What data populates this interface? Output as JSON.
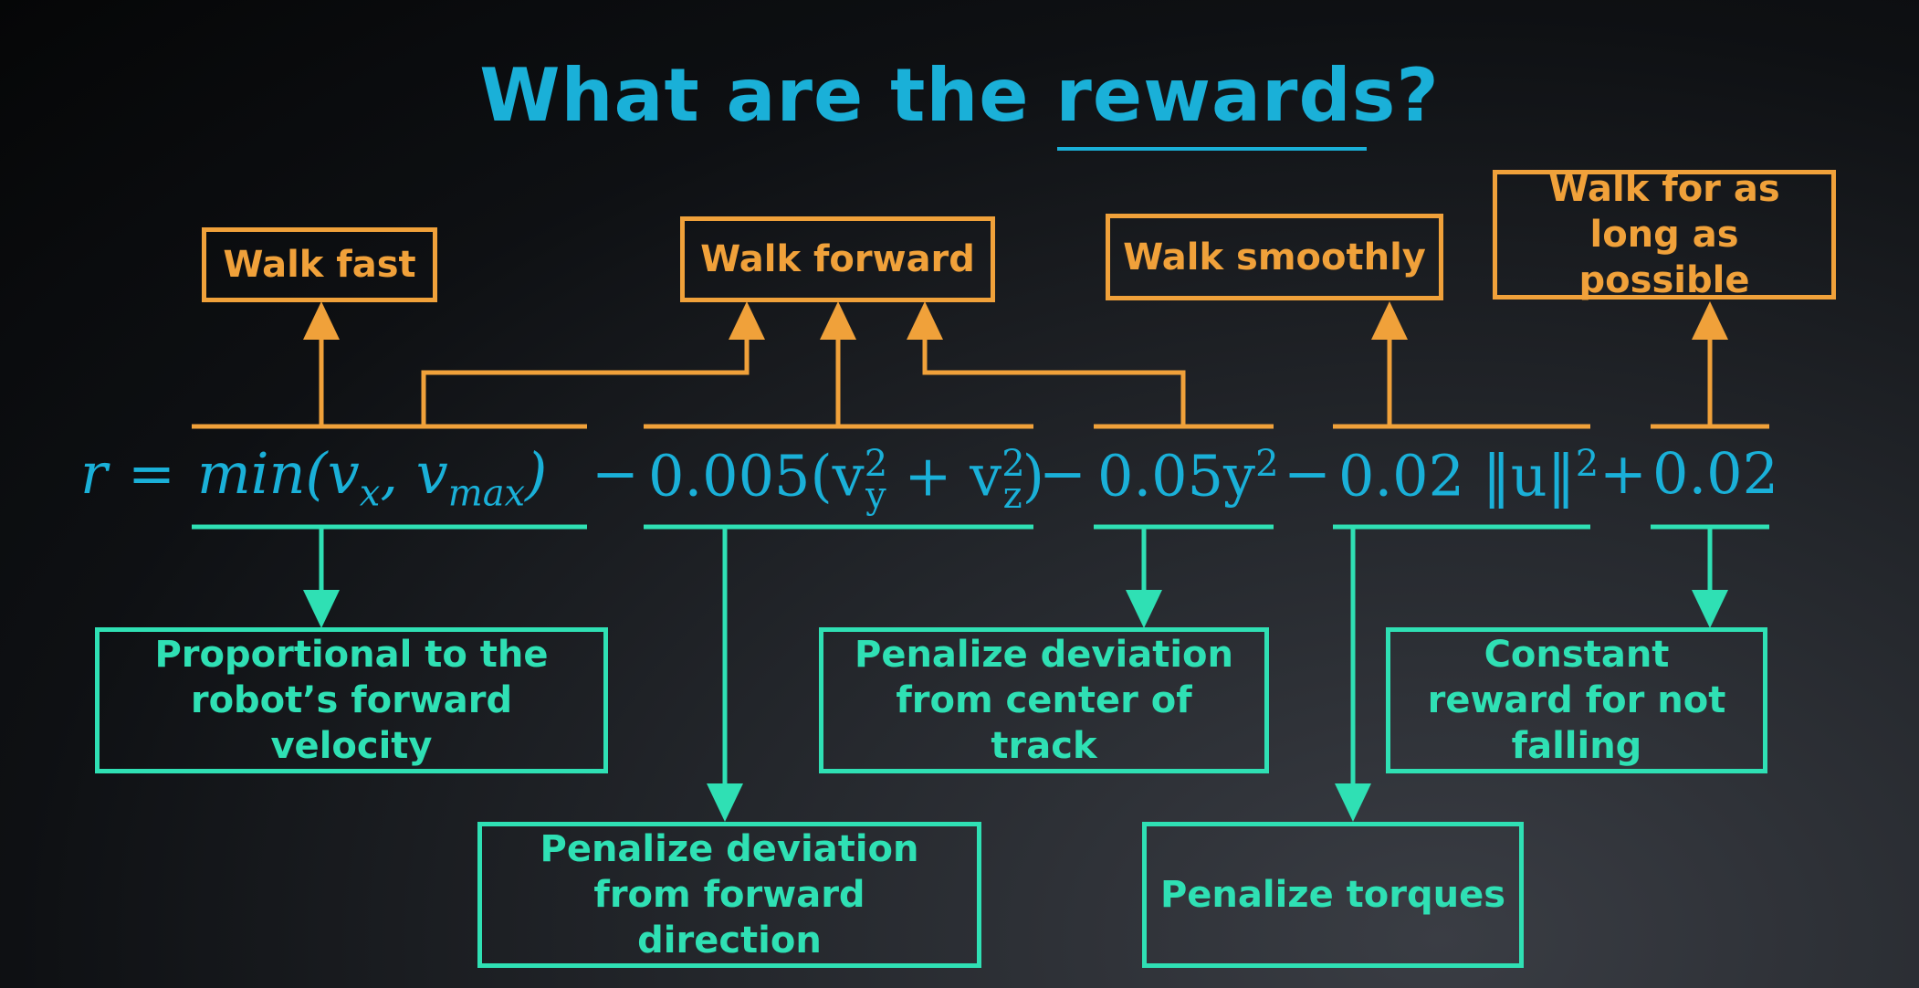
{
  "title": {
    "prefix": "What are the ",
    "emphasis": "rewards",
    "suffix": "?"
  },
  "equation": {
    "r": "r",
    "eq": "=",
    "term1": "min(v",
    "term1_sub1": "x",
    "term1_mid": ", v",
    "term1_sub2": "max",
    "term1_end": ")",
    "minus1": "−",
    "term2": "0.005(v",
    "term2_sup1": "2",
    "term2_sub1": "y",
    "term2_plus": " + v",
    "term2_sup2": "2",
    "term2_sub2": "z",
    "term2_end": ")",
    "minus2": "−",
    "term3": "0.05y",
    "term3_sup": "2",
    "minus3": "−",
    "term4": "0.02 ‖u‖",
    "term4_sup": "2",
    "plus": "+",
    "term5": "0.02"
  },
  "goals": {
    "walk_fast": "Walk fast",
    "walk_forward": "Walk forward",
    "walk_smoothly": "Walk smoothly",
    "walk_long": "Walk for as long as possible"
  },
  "explanations": {
    "proportional": "Proportional to the robot’s forward velocity",
    "penalize_direction": "Penalize deviation from forward direction",
    "penalize_center": "Penalize deviation from center of track",
    "penalize_torques": "Penalize torques",
    "constant_reward": "Constant reward for not falling"
  },
  "colors": {
    "title": "#1ab0d8",
    "goal": "#f0a13a",
    "explanation": "#2fe0b4",
    "background": "#0e1013"
  }
}
